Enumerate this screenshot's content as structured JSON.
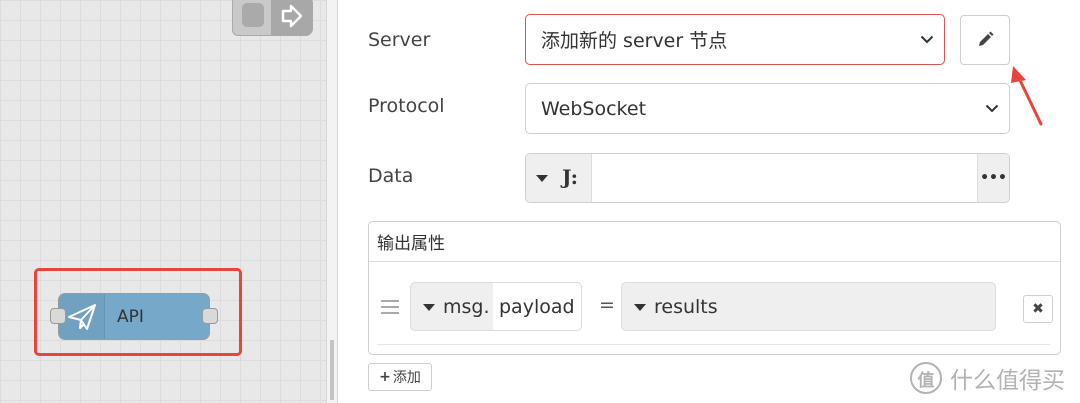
{
  "canvas": {
    "api_node": {
      "label": "API",
      "icon": "paper-plane-icon",
      "color": "#76a8c9"
    },
    "top_node": {
      "icon": "arrow-right-icon"
    },
    "highlight_color": "#e8453c"
  },
  "form": {
    "server": {
      "label": "Server",
      "value": "添加新的 server 节点",
      "border_color": "#d9534f"
    },
    "edit_button": {
      "icon": "pencil-icon"
    },
    "protocol": {
      "label": "Protocol",
      "value": "WebSocket"
    },
    "data": {
      "label": "Data",
      "type_icon": "J:",
      "value": "",
      "more_label": "•••"
    },
    "output": {
      "title": "输出属性",
      "rows": [
        {
          "prefix": "msg.",
          "property": "payload",
          "operator": "=",
          "value": "results"
        }
      ],
      "delete_label": "✖"
    },
    "add_button": {
      "plus": "+",
      "label": "添加"
    }
  },
  "watermark": {
    "logo": "值",
    "text": "什么值得买"
  },
  "colors": {
    "annotation_red": "#e8453c",
    "node_blue": "#76a8c9"
  }
}
